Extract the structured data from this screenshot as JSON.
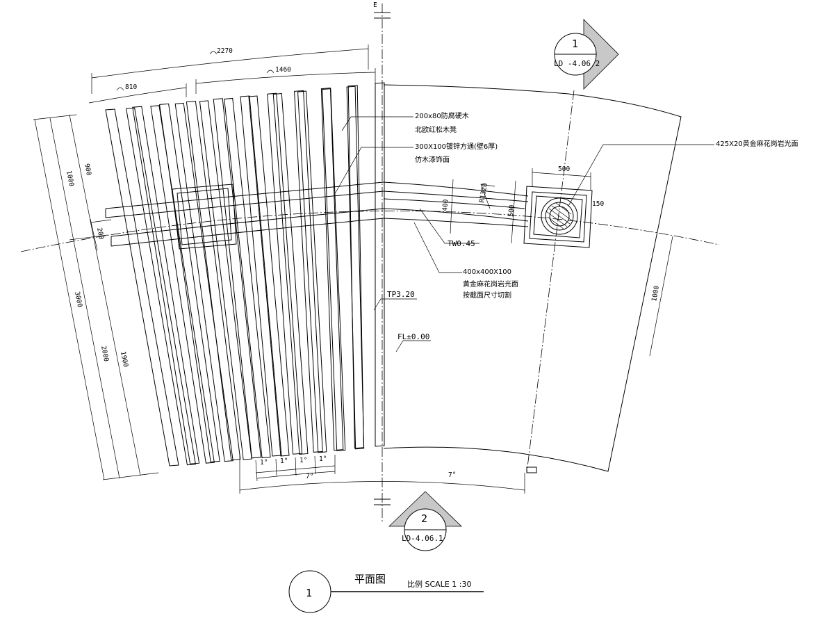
{
  "labels": {
    "centerline": "E",
    "timber_slats": "200x80防腐硬木",
    "timber_slats_sub": "北欧红松木凳",
    "steel_beam": "300X100镀锌方通(壁6厚)",
    "steel_beam_sub": "仿木漆饰面",
    "granite_top": "425X20黄金麻花岗岩光面",
    "granite_block": "400x400X100",
    "granite_block_sub1": "黄金麻花岗岩光面",
    "granite_block_sub2": "按截面尺寸切割",
    "tw": "TW0.45",
    "tp": "TP3.20",
    "fl": "FL±0.00",
    "radius": "R1320"
  },
  "dims": {
    "arc_2270": "2270",
    "arc_1460": "1460",
    "arc_810": "810",
    "d_900": "900",
    "d_1000_left": "1000",
    "d_200": "200",
    "d_3000": "3000",
    "d_2000": "2000",
    "d_1900": "1900",
    "d_500_top": "500",
    "d_500_side": "500",
    "d_400": "400",
    "d_150": "150",
    "d_1000_right": "1000",
    "ang_1a": "1°",
    "ang_1b": "1°",
    "ang_1c": "1°",
    "ang_1d": "1°",
    "ang_7_small": "7°",
    "ang_7_large": "7°"
  },
  "section_markers": {
    "top_number": "1",
    "top_ref": "LD -4.06.2",
    "bottom_number": "2",
    "bottom_ref": "LD-4.06.1"
  },
  "title": {
    "number": "1",
    "name": "平面图",
    "scale_label": "比例 SCALE 1 :30"
  }
}
